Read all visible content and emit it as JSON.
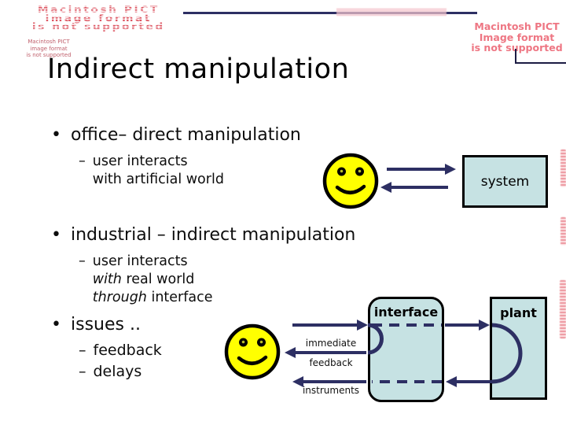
{
  "title": "Indirect manipulation",
  "glyphs": {
    "bullet": "•",
    "dash": "–"
  },
  "pict_error": {
    "large": [
      "Macintosh PICT",
      "image format",
      "is not supported"
    ],
    "small": [
      "Macintosh PICT",
      "image format",
      "is not supported"
    ],
    "right": [
      "Macintosh PICT",
      "Image format",
      "is not supported"
    ]
  },
  "bullets": {
    "office": {
      "label": "office– direct manipulation",
      "sub1": "user interacts",
      "sub2": "with artificial world"
    },
    "industrial": {
      "label": "industrial – indirect manipulation",
      "sub1": "user interacts",
      "sub2_italic": "with",
      "sub2_rest": " real world",
      "sub3_italic": "through",
      "sub3_rest": " interface"
    },
    "issues": {
      "label": "issues ..",
      "item1": "feedback",
      "item2": "delays"
    }
  },
  "diagram_direct": {
    "system_label": "system"
  },
  "diagram_indirect": {
    "interface_label": "interface",
    "plant_label": "plant",
    "label_immediate": "immediate",
    "label_feedback": "feedback",
    "label_instruments": "instruments"
  },
  "colors": {
    "navy": "#2d2f63",
    "box_fill": "#c6e2e3",
    "smiley_yellow": "#ffff00",
    "pict_red": "#ee7683"
  }
}
